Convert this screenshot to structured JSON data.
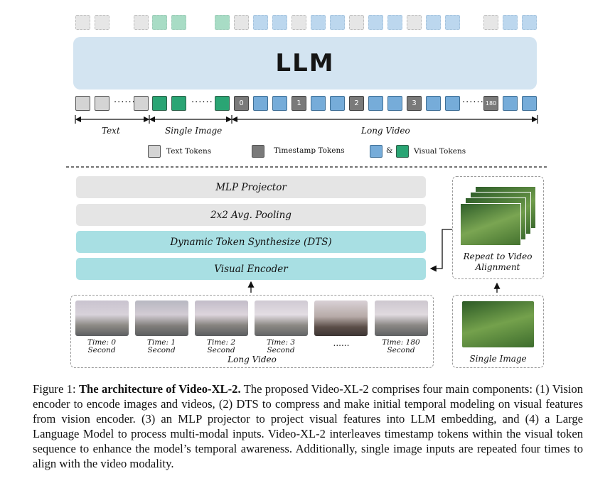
{
  "llm_label": "LLM",
  "token_numbers": [
    "0",
    "1",
    "2",
    "3",
    "180"
  ],
  "segments": {
    "text": "Text",
    "single_image": "Single Image",
    "long_video": "Long Video"
  },
  "legend": {
    "text_tokens": "Text Tokens",
    "timestamp_tokens": "Timestamp Tokens",
    "and": "&",
    "visual_tokens": "Visual Tokens"
  },
  "stack": {
    "mlp": "MLP Projector",
    "pooling": "2x2 Avg. Pooling",
    "dts": "Dynamic Token Synthesize (DTS)",
    "encoder": "Visual Encoder"
  },
  "repeat_label": "Repeat to Video Alignment",
  "single_image_label": "Single Image",
  "long_video_label": "Long Video",
  "frames": [
    {
      "label": "Time: 0 Second"
    },
    {
      "label": "Time: 1 Second"
    },
    {
      "label": "Time: 2 Second"
    },
    {
      "label": "Time: 3 Second"
    },
    {
      "label": "......"
    },
    {
      "label": "Time: 180 Second"
    }
  ],
  "caption": {
    "prefix": "Figure 1: ",
    "bold": "The architecture of Video-XL-2.",
    "body": " The proposed Video-XL-2 comprises four main components: (1) Vision encoder to encode images and videos, (2) DTS to compress and make initial temporal modeling on visual features from vision encoder. (3) an MLP projector to project visual features into LLM embedding, and (4) a Large Language Model to process multi-modal inputs. Video-XL-2 interleaves timestamp tokens within the visual token sequence to enhance the model’s temporal awareness. Additionally, single image inputs are repeated four times to align with the video modality."
  },
  "colors": {
    "text_token": "#d4d4d4",
    "timestamp_token": "#7a7a7a",
    "visual_token_blue": "#76acd9",
    "visual_token_green": "#2aa574",
    "llm_box": "#d3e4f1",
    "teal_block": "#a8dfe3"
  }
}
